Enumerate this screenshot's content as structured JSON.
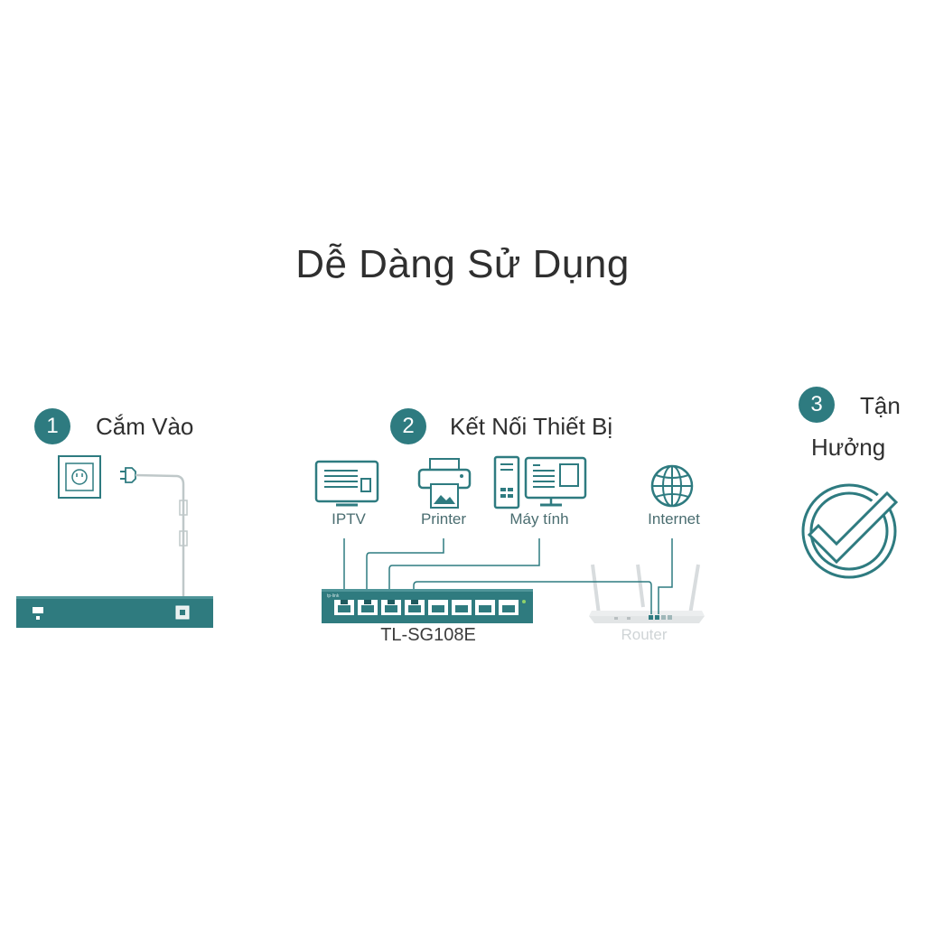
{
  "heading": "Dễ Dàng Sử Dụng",
  "steps": [
    {
      "number": "1",
      "label": "Cắm Vào"
    },
    {
      "number": "2",
      "label": "Kết Nối Thiết Bị"
    },
    {
      "number": "3",
      "label_line1": "Tận",
      "label_line2": "Hưởng"
    }
  ],
  "devices": {
    "iptv": "IPTV",
    "printer": "Printer",
    "computer": "Máy tính",
    "internet": "Internet",
    "router": "Router"
  },
  "switch_model": "TL-SG108E",
  "colors": {
    "accent": "#2e7b80",
    "switch_body": "#2f7b7f",
    "cable": "#2e7b80",
    "router_grey": "#d8dcde"
  }
}
